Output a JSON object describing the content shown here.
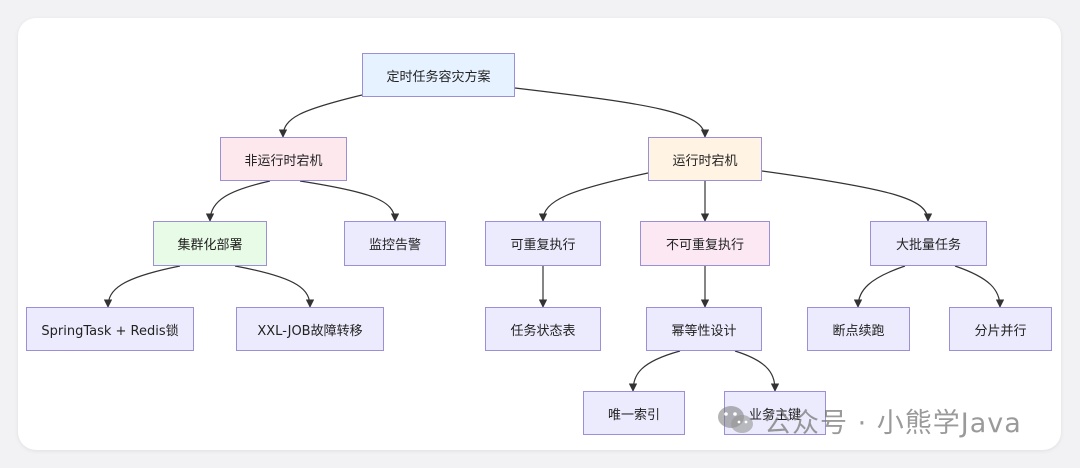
{
  "diagram": {
    "nodes": {
      "root": "定时任务容灾方案",
      "non_runtime": "非运行时宕机",
      "runtime": "运行时宕机",
      "cluster": "集群化部署",
      "monitor": "监控告警",
      "repeatable": "可重复执行",
      "non_repeatable": "不可重复执行",
      "batch": "大批量任务",
      "springtask": "SpringTask + Redis锁",
      "xxljob": "XXL-JOB故障转移",
      "task_status": "任务状态表",
      "idempotent": "幂等性设计",
      "breakpoint": "断点续跑",
      "shard": "分片并行",
      "unique_index": "唯一索引",
      "business_key": "业务主键"
    }
  },
  "watermark": {
    "text": "公众号 · 小熊学Java",
    "icon": "wechat-icon"
  }
}
